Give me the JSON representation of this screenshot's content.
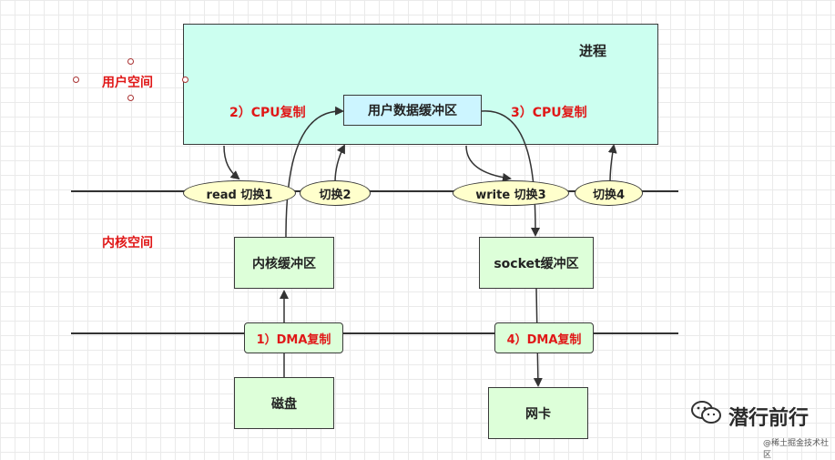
{
  "process_label": "进程",
  "user_space_label": "用户空间",
  "kernel_space_label": "内核空间",
  "user_buffer": "用户数据缓冲区",
  "cpu_copy_1": "2）CPU复制",
  "cpu_copy_2": "3）CPU复制",
  "kernel_buffer": "内核缓冲区",
  "socket_buffer": "socket缓冲区",
  "disk": "磁盘",
  "nic": "网卡",
  "dma_copy_1": "1）DMA复制",
  "dma_copy_2": "4）DMA复制",
  "switch_1": "read  切换1",
  "switch_2": "切换2",
  "switch_3": "write 切换3",
  "switch_4": "切换4",
  "watermark_main": "潜行前行",
  "watermark_sub": "@稀土掘金技术社区",
  "colors": {
    "process_fill": "#ccfff0",
    "box_fill": "#ddffd9",
    "switch_fill": "#ffffcc",
    "label_red": "#e01818"
  }
}
